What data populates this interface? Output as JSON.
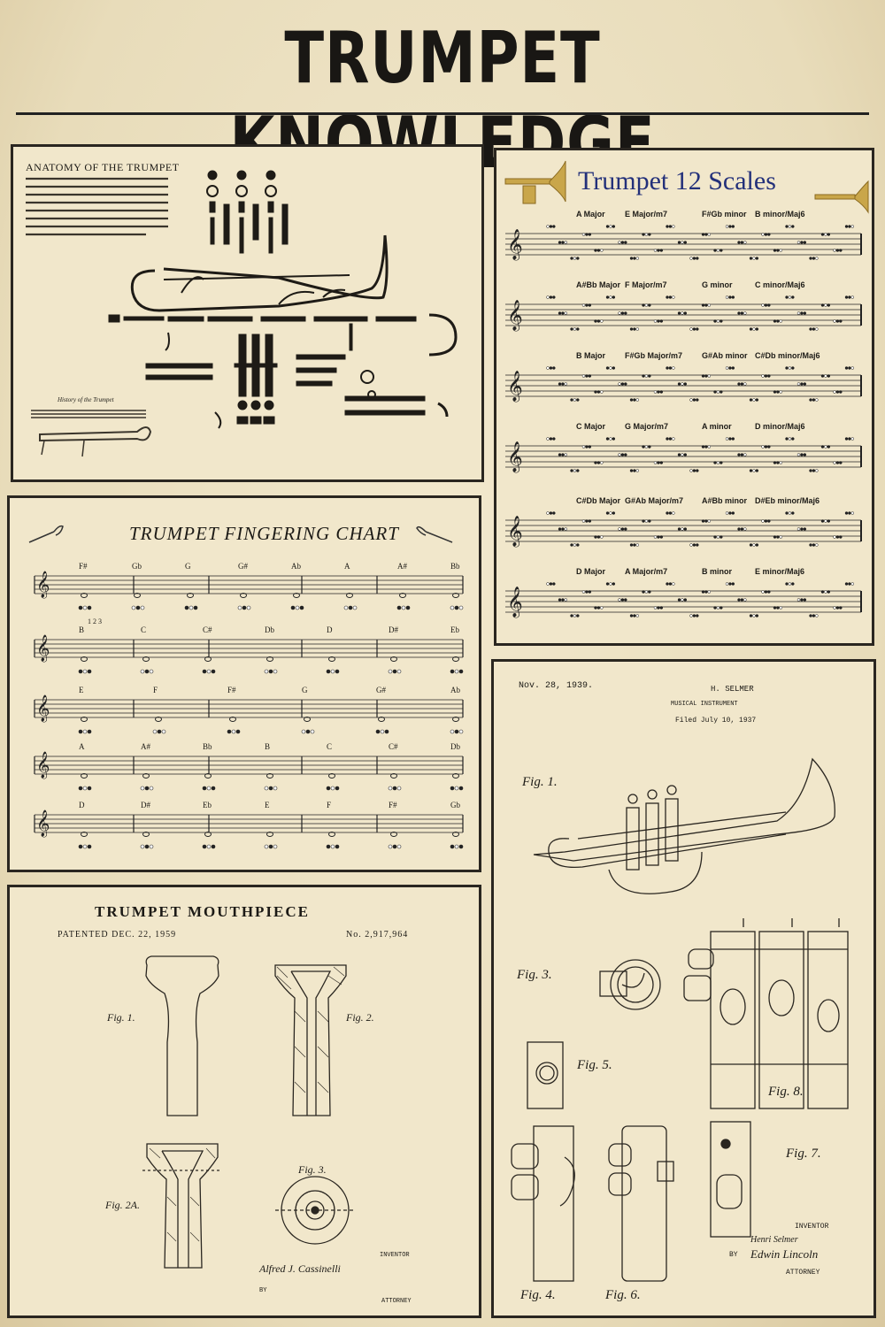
{
  "title": "TRUMPET KNOWLEDGE",
  "anatomy": {
    "title": "ANATOMY OF THE TRUMPET",
    "history_caption": "History of the Trumpet"
  },
  "scales": {
    "title": "Trumpet 12 Scales",
    "rows": [
      [
        "A Major",
        "E Major/m7",
        "F#Gb minor",
        "B minor/Maj6"
      ],
      [
        "A#Bb Major",
        "F Major/m7",
        "G minor",
        "C minor/Maj6"
      ],
      [
        "B Major",
        "F#Gb Major/m7",
        "G#Ab minor",
        "C#Db minor/Maj6"
      ],
      [
        "C Major",
        "G Major/m7",
        "A minor",
        "D minor/Maj6"
      ],
      [
        "C#Db Major",
        "G#Ab Major/m7",
        "A#Bb minor",
        "D#Eb minor/Maj6"
      ],
      [
        "D Major",
        "A Major/m7",
        "B minor",
        "E minor/Maj6"
      ]
    ]
  },
  "fingering": {
    "title": "TRUMPET FINGERING CHART",
    "rows": [
      [
        "F#",
        "Gb",
        "G",
        "G#",
        "Ab",
        "A",
        "A#",
        "Bb"
      ],
      [
        "B",
        "C",
        "C#",
        "Db",
        "D",
        "D#",
        "Eb"
      ],
      [
        "E",
        "F",
        "F#",
        "G",
        "G#",
        "Ab"
      ],
      [
        "A",
        "A#",
        "Bb",
        "B",
        "C",
        "C#",
        "Db"
      ],
      [
        "D",
        "D#",
        "Eb",
        "E",
        "F",
        "F#",
        "Gb"
      ]
    ],
    "valve_numbers": "1 2 3"
  },
  "mouthpiece": {
    "title": "TRUMPET MOUTHPIECE",
    "patented": "PATENTED DEC. 22, 1959",
    "number": "No. 2,917,964",
    "fig1": "Fig. 1.",
    "fig2": "Fig. 2.",
    "fig2a": "Fig. 2A.",
    "fig3": "Fig. 3.",
    "inventor_label": "INVENTOR",
    "inventor": "Alfred J. Cassinelli",
    "by": "BY",
    "attorney": "ATTORNEY"
  },
  "patent": {
    "date": "Nov. 28, 1939.",
    "name": "H. SELMER",
    "subject": "MUSICAL INSTRUMENT",
    "filed": "Filed July 10, 1937",
    "fig1": "Fig. 1.",
    "fig3": "Fig. 3.",
    "fig5": "Fig. 5.",
    "fig8": "Fig. 8.",
    "fig4": "Fig. 4.",
    "fig6": "Fig. 6.",
    "fig7": "Fig. 7.",
    "inventor_label": "INVENTOR",
    "inventor": "Henri Selmer",
    "by": "BY",
    "signature": "Edwin Lincoln",
    "attorney": "ATTORNEY"
  }
}
